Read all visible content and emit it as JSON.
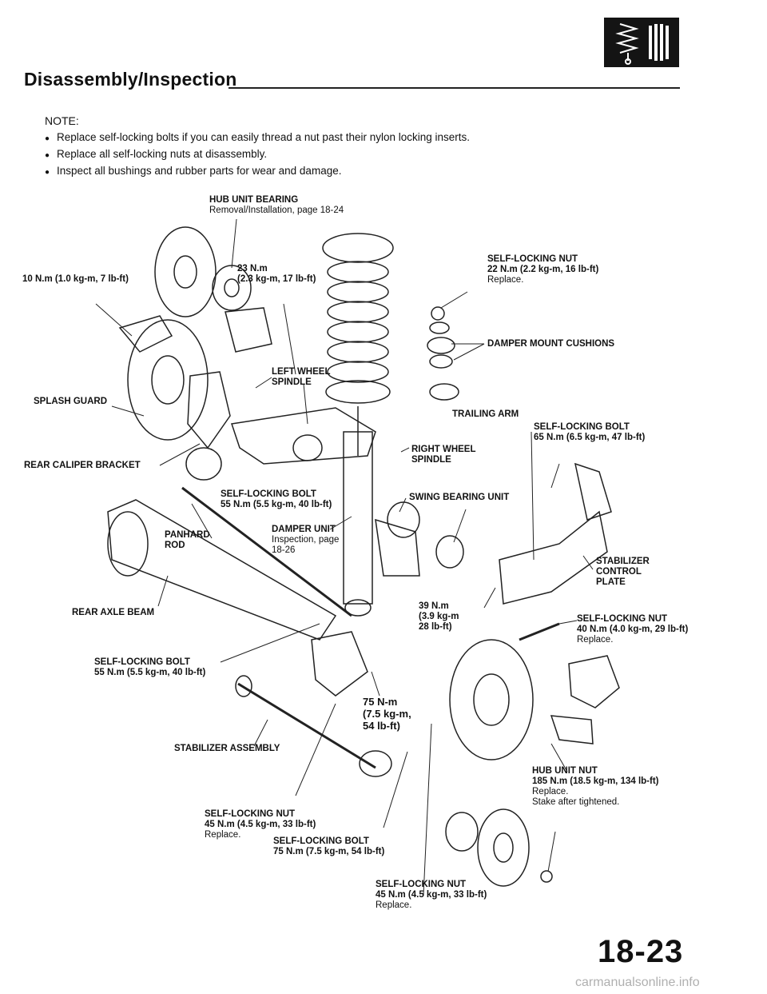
{
  "header": {
    "title": "Disassembly/Inspection"
  },
  "notes": {
    "label": "NOTE:",
    "items": [
      "Replace self-locking bolts if you can easily thread a nut past their nylon locking inserts.",
      "Replace all self-locking nuts at disassembly.",
      "Inspect all bushings and rubber parts for wear and damage."
    ]
  },
  "callouts": {
    "hub_unit_bearing": {
      "title": "HUB UNIT BEARING",
      "sub": "Removal/Installation, page 18-24"
    },
    "torque_10": {
      "title": "10 N.m (1.0 kg-m, 7 lb-ft)"
    },
    "torque_23": {
      "line1": "23 N.m",
      "line2": "(2.3 kg-m, 17 lb-ft)"
    },
    "self_locking_nut_top": {
      "title": "SELF-LOCKING NUT",
      "line2": "22 N.m (2.2 kg-m, 16 lb-ft)",
      "sub": "Replace."
    },
    "damper_mount_cushions": {
      "title": "DAMPER MOUNT CUSHIONS"
    },
    "left_wheel_spindle": {
      "line1": "LEFT WHEEL",
      "line2": "SPINDLE"
    },
    "splash_guard": {
      "title": "SPLASH GUARD"
    },
    "trailing_arm": {
      "title": "TRAILING ARM"
    },
    "self_locking_bolt_65": {
      "title": "SELF-LOCKING BOLT",
      "line2": "65 N.m (6.5 kg-m, 47 lb-ft)"
    },
    "right_wheel_spindle": {
      "line1": "RIGHT WHEEL",
      "line2": "SPINDLE"
    },
    "rear_caliper_bracket": {
      "title": "REAR CALIPER BRACKET"
    },
    "self_locking_bolt_55_top": {
      "title": "SELF-LOCKING BOLT",
      "line2": "55 N.m (5.5 kg-m, 40 lb-ft)"
    },
    "swing_bearing_unit": {
      "title": "SWING BEARING UNIT"
    },
    "panhard_rod": {
      "line1": "PANHARD",
      "line2": "ROD"
    },
    "damper_unit": {
      "title": "DAMPER UNIT",
      "sub1": "Inspection, page",
      "sub2": "18-26"
    },
    "stabilizer_control_plate": {
      "line1": "STABILIZER",
      "line2": "CONTROL",
      "line3": "PLATE"
    },
    "rear_axle_beam": {
      "title": "REAR AXLE BEAM"
    },
    "torque_39": {
      "line1": "39 N.m",
      "line2": "(3.9 kg-m",
      "line3": "28 lb-ft)"
    },
    "self_locking_nut_40": {
      "title": "SELF-LOCKING NUT",
      "line2": "40 N.m (4.0 kg-m, 29 lb-ft)",
      "sub": "Replace."
    },
    "self_locking_bolt_55_bottom": {
      "title": "SELF-LOCKING BOLT",
      "line2": "55 N.m (5.5 kg-m, 40 lb-ft)"
    },
    "torque_75": {
      "line1": "75 N-m",
      "line2": "(7.5 kg-m,",
      "line3": "54 lb-ft)"
    },
    "stabilizer_assembly": {
      "title": "STABILIZER ASSEMBLY"
    },
    "hub_unit_nut": {
      "title": "HUB UNIT NUT",
      "line2": "185 N.m (18.5 kg-m, 134 lb-ft)",
      "sub1": "Replace.",
      "sub2": "Stake after tightened."
    },
    "self_locking_nut_45_left": {
      "title": "SELF-LOCKING NUT",
      "line2": "45 N.m (4.5 kg-m, 33 lb-ft)",
      "sub": "Replace."
    },
    "self_locking_bolt_75": {
      "title": "SELF-LOCKING BOLT",
      "line2": "75 N.m (7.5 kg-m, 54 lb-ft)"
    },
    "self_locking_nut_45_bottom": {
      "title": "SELF-LOCKING NUT",
      "line2": "45 N.m (4.5 kg-m, 33 lb-ft)",
      "sub": "Replace."
    }
  },
  "footer": {
    "page_number": "18-23",
    "watermark": "carmanualsonline.info"
  }
}
